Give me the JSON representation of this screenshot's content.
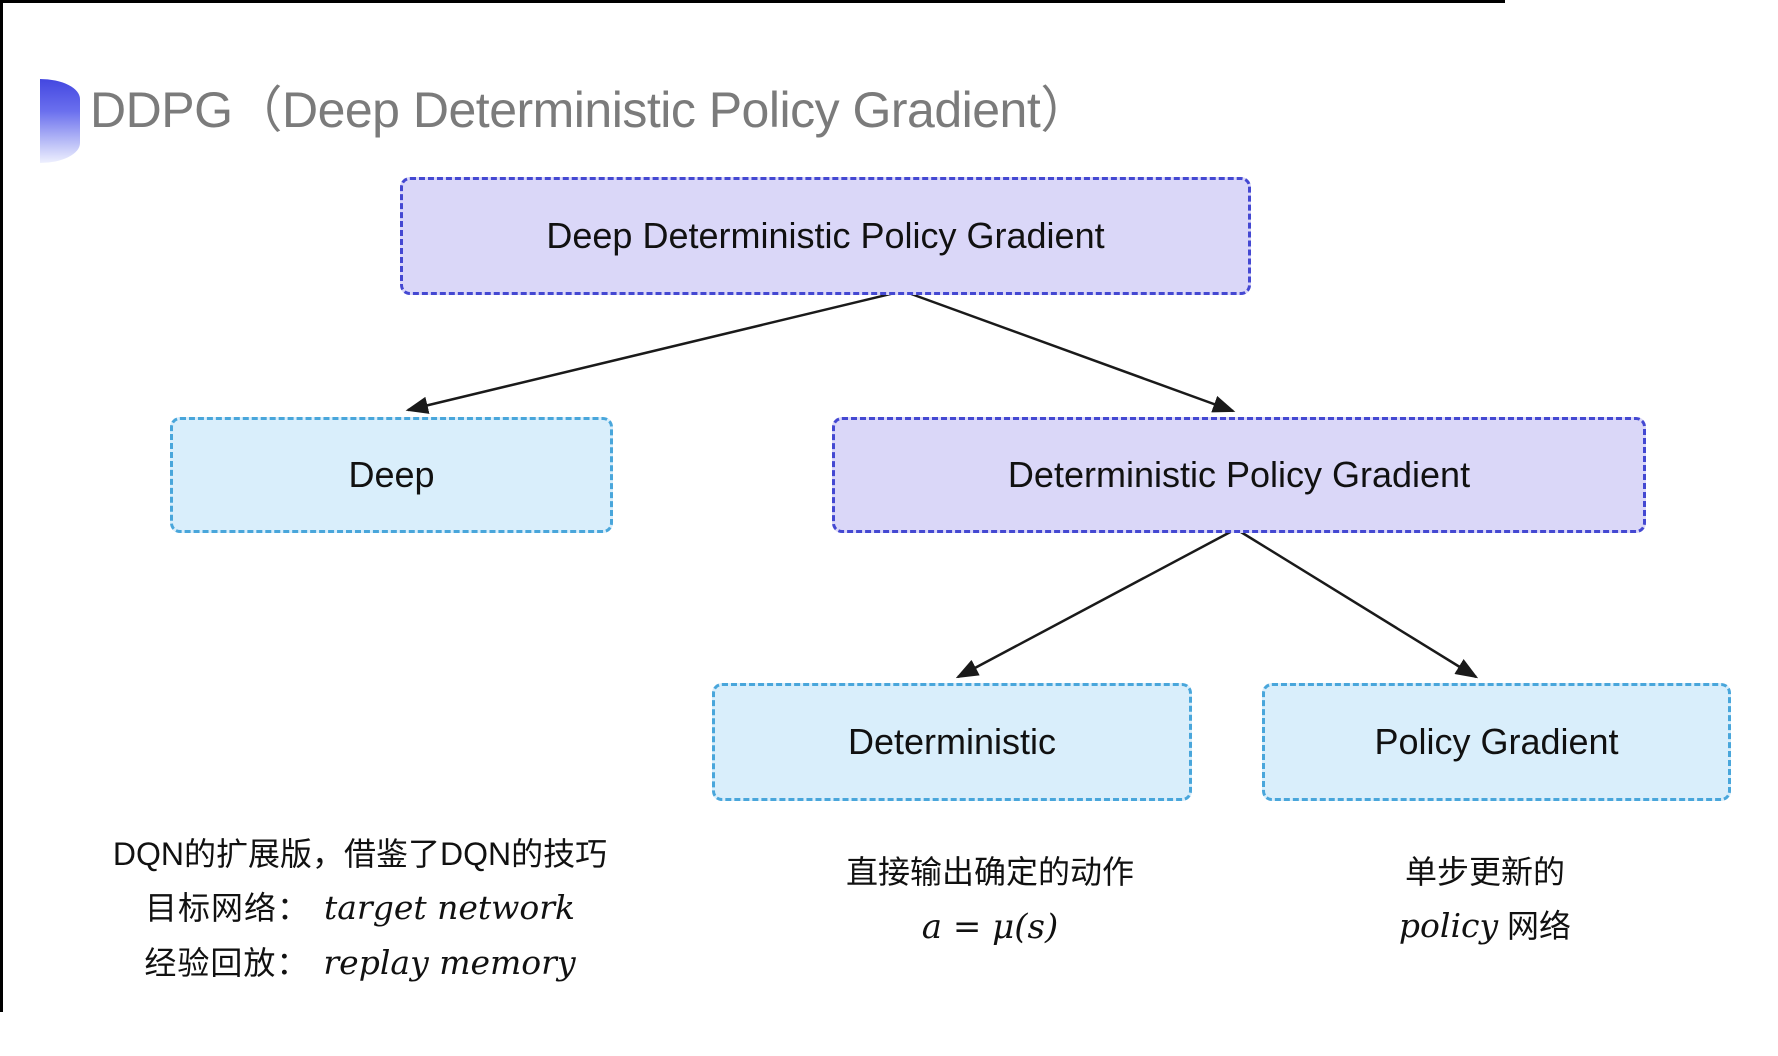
{
  "slide": {
    "title": "DDPG（Deep Deterministic Policy Gradient）"
  },
  "nodes": {
    "root": "Deep Deterministic Policy Gradient",
    "deep": "Deep",
    "dpg": "Deterministic Policy Gradient",
    "deterministic": "Deterministic",
    "policyGradient": "Policy Gradient"
  },
  "notes": {
    "deep": {
      "line1": "DQN的扩展版，借鉴了DQN的技巧",
      "target_label": "目标网络：",
      "target_term": "target network",
      "replay_label": "经验回放：",
      "replay_term": "replay memory"
    },
    "deterministic": {
      "line1": "直接输出确定的动作",
      "formula": "a = μ(s)"
    },
    "policyGradient": {
      "line1": "单步更新的",
      "term": "policy",
      "suffix": " 网络"
    }
  },
  "colors": {
    "node_purple_fill": "#dad7f8",
    "node_purple_border": "#4448d2",
    "node_cyan_fill": "#d9eefb",
    "node_cyan_border": "#49a6db",
    "arrow": "#1a1a1a",
    "title_text": "#7b7b7b",
    "bullet_blue_top": "#4347e0",
    "node_text": "#111111"
  }
}
